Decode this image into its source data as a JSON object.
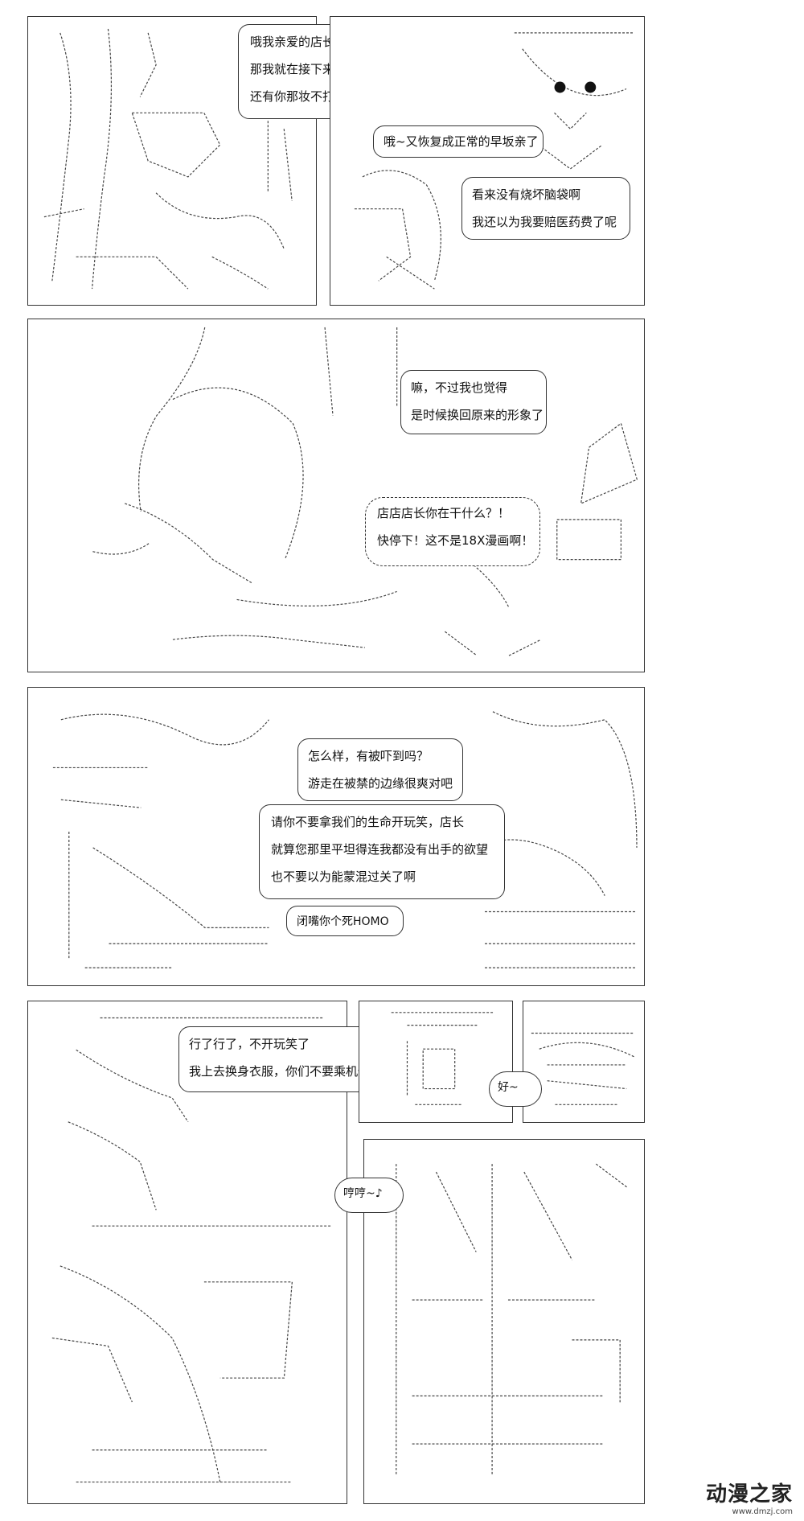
{
  "panels": {
    "p1": {
      "bubble": [
        "哦我亲爱的店长，如果你再这么阴阳怪气下去",
        "那我就在接下来的一年里让你的顾客上不了门",
        "还有你那妆不打算卸掉吗？都过去一个月了"
      ]
    },
    "p2": {
      "bubble_top": "哦~又恢复成正常的早坂亲了",
      "bubble_bottom": [
        "看来没有烧坏脑袋啊",
        "我还以为我要赔医药费了呢"
      ]
    },
    "p3": {
      "bubble_top": [
        "嘛，不过我也觉得",
        "是时候换回原来的形象了"
      ],
      "bubble_shout": [
        "店店店长你在干什么？！",
        "快停下！这不是18X漫画啊！"
      ]
    },
    "p4": {
      "bubble_top": [
        "怎么样，有被吓到吗？",
        "游走在被禁的边缘很爽对吧"
      ],
      "bubble_mid": [
        "请你不要拿我们的生命开玩笑，店长",
        "就算您那里平坦得连我都没有出手的欲望",
        "也不要以为能蒙混过关了啊"
      ],
      "bubble_small": "闭嘴你个死HOMO"
    },
    "p5": {
      "bubble": [
        "行了行了，不开玩笑了",
        "我上去换身衣服，你们不要乘机偷懒啊"
      ]
    },
    "p6": {
      "bubble": "好~"
    },
    "p7": {
      "bubble": "哼哼~♪"
    }
  },
  "watermark": {
    "main": "动漫之家",
    "url": "www.dmzj.com"
  }
}
